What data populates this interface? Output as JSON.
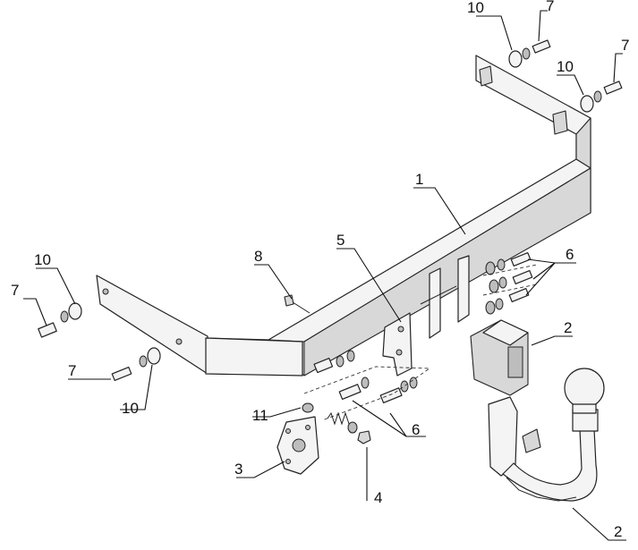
{
  "diagram": {
    "callouts": [
      {
        "id": "c1",
        "text": "1"
      },
      {
        "id": "c2a",
        "text": "2"
      },
      {
        "id": "c2b",
        "text": "2"
      },
      {
        "id": "c3",
        "text": "3"
      },
      {
        "id": "c4",
        "text": "4"
      },
      {
        "id": "c5",
        "text": "5"
      },
      {
        "id": "c6a",
        "text": "6"
      },
      {
        "id": "c6b",
        "text": "6"
      },
      {
        "id": "c7a",
        "text": "7"
      },
      {
        "id": "c7b",
        "text": "7"
      },
      {
        "id": "c7c",
        "text": "7"
      },
      {
        "id": "c7d",
        "text": "7"
      },
      {
        "id": "c8",
        "text": "8"
      },
      {
        "id": "c10a",
        "text": "10"
      },
      {
        "id": "c10b",
        "text": "10"
      },
      {
        "id": "c10c",
        "text": "10"
      },
      {
        "id": "c10d",
        "text": "10"
      },
      {
        "id": "c11",
        "text": "11"
      }
    ]
  }
}
